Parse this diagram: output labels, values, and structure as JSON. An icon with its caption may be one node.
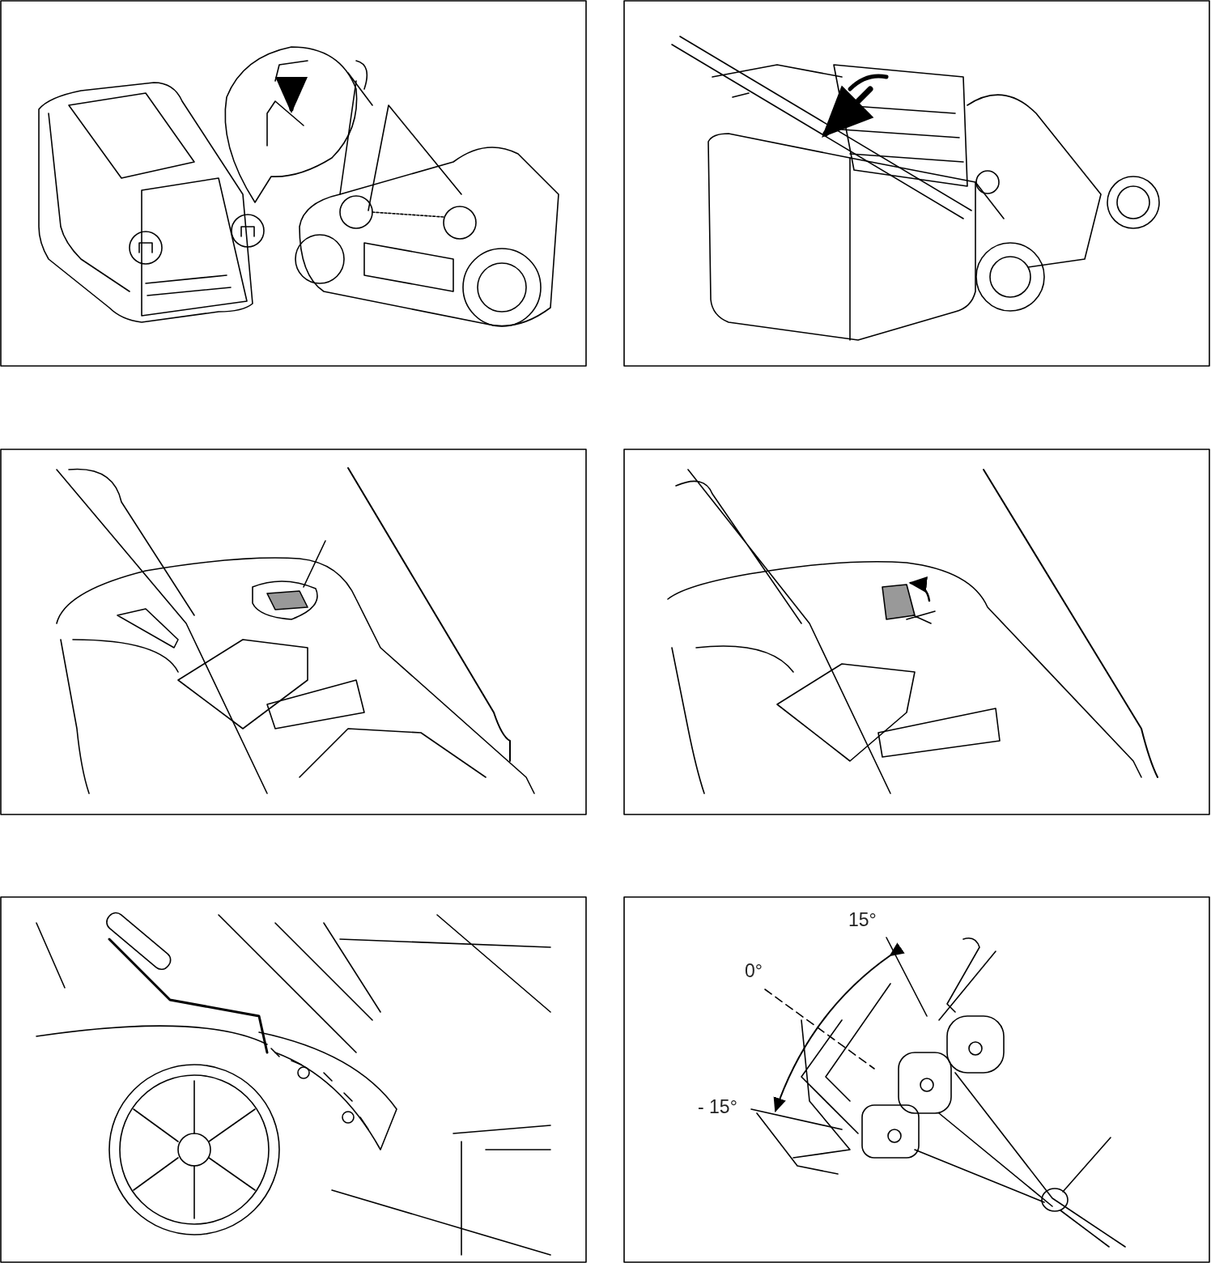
{
  "diagram": {
    "labels": [
      "15°",
      "0°",
      "- 15°"
    ]
  }
}
